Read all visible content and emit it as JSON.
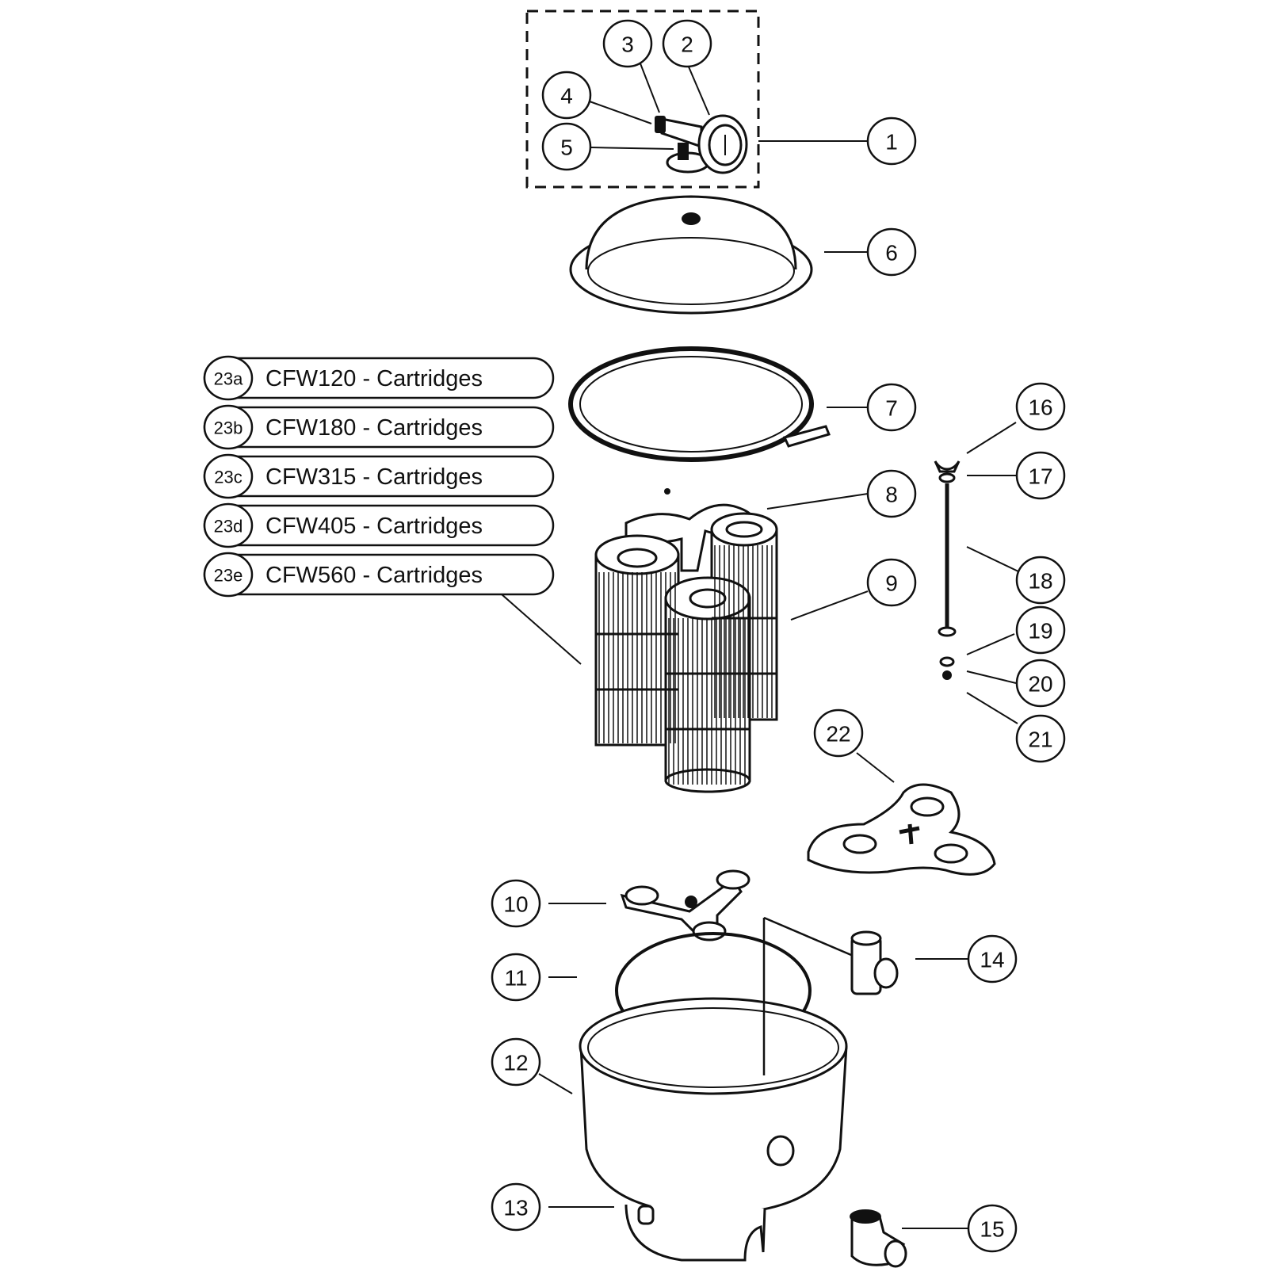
{
  "diagram": {
    "title": "Cartridge Filter Exploded Parts Diagram",
    "callouts": [
      {
        "id": "1",
        "label": "1"
      },
      {
        "id": "2",
        "label": "2"
      },
      {
        "id": "3",
        "label": "3"
      },
      {
        "id": "4",
        "label": "4"
      },
      {
        "id": "5",
        "label": "5"
      },
      {
        "id": "6",
        "label": "6"
      },
      {
        "id": "7",
        "label": "7"
      },
      {
        "id": "8",
        "label": "8"
      },
      {
        "id": "9",
        "label": "9"
      },
      {
        "id": "10",
        "label": "10"
      },
      {
        "id": "11",
        "label": "11"
      },
      {
        "id": "12",
        "label": "12"
      },
      {
        "id": "13",
        "label": "13"
      },
      {
        "id": "14",
        "label": "14"
      },
      {
        "id": "15",
        "label": "15"
      },
      {
        "id": "16",
        "label": "16"
      },
      {
        "id": "17",
        "label": "17"
      },
      {
        "id": "18",
        "label": "18"
      },
      {
        "id": "19",
        "label": "19"
      },
      {
        "id": "20",
        "label": "20"
      },
      {
        "id": "21",
        "label": "21"
      },
      {
        "id": "22",
        "label": "22"
      }
    ],
    "cartridge_options": [
      {
        "id": "23a",
        "text": "CFW120 - Cartridges"
      },
      {
        "id": "23b",
        "text": "CFW180 - Cartridges"
      },
      {
        "id": "23c",
        "text": "CFW315 - Cartridges"
      },
      {
        "id": "23d",
        "text": "CFW405 - Cartridges"
      },
      {
        "id": "23e",
        "text": "CFW560 - Cartridges"
      }
    ]
  }
}
